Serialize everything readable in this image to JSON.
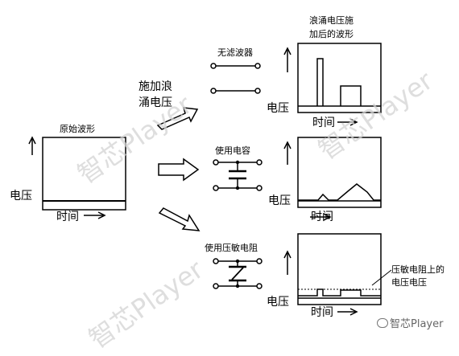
{
  "original": {
    "title": "原始波形",
    "ylabel": "电压",
    "xlabel": "时间"
  },
  "surge": {
    "label_line1": "施加浪",
    "label_line2": "涌电压"
  },
  "result": {
    "title_line1": "浪涌电压施",
    "title_line2": "加后的波形"
  },
  "cases": [
    {
      "label": "无滤波器",
      "ylabel": "电压",
      "xlabel": "时间"
    },
    {
      "label": "使用电容",
      "ylabel": "电压",
      "xlabel": "时间"
    },
    {
      "label": "使用压敏电阻",
      "ylabel": "电压",
      "xlabel": "时间",
      "annotation_line1": "压敏电阻上的",
      "annotation_line2": "电压电压"
    }
  ],
  "watermark": {
    "text": "智芯Player",
    "badge": "智芯Player"
  }
}
